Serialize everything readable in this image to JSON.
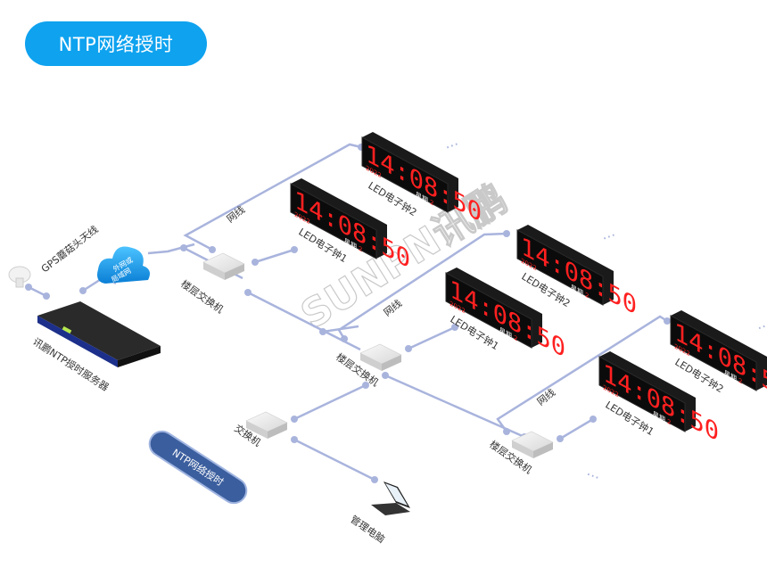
{
  "header": {
    "title": "NTP网络授时"
  },
  "badge": {
    "label": "NTP网络授时"
  },
  "watermark": "SUNPN讯鹏",
  "colors": {
    "accent": "#0ea2ef",
    "line": "#a9b4dd",
    "clock_red": "#ff2020",
    "badge_dark": "#3b5e9e"
  },
  "nodes": {
    "antenna": "GPS蘑菇头天线",
    "cloud": [
      "外网或",
      "局域网"
    ],
    "server": "讯鹏NTP授时服务器",
    "switch_main": "交换机",
    "switch_floor": "楼层交换机",
    "cable": "网线",
    "pc": "管理电脑",
    "clock1": "LED电子钟1",
    "clock2": "LED电子钟2"
  },
  "clock": {
    "time": "14:08:50",
    "year": "2022",
    "year_unit": "年",
    "month": "09",
    "month_unit": "月",
    "day": "08",
    "day_unit": "日",
    "week_label": "星期",
    "week_value": "2"
  },
  "more": "···"
}
